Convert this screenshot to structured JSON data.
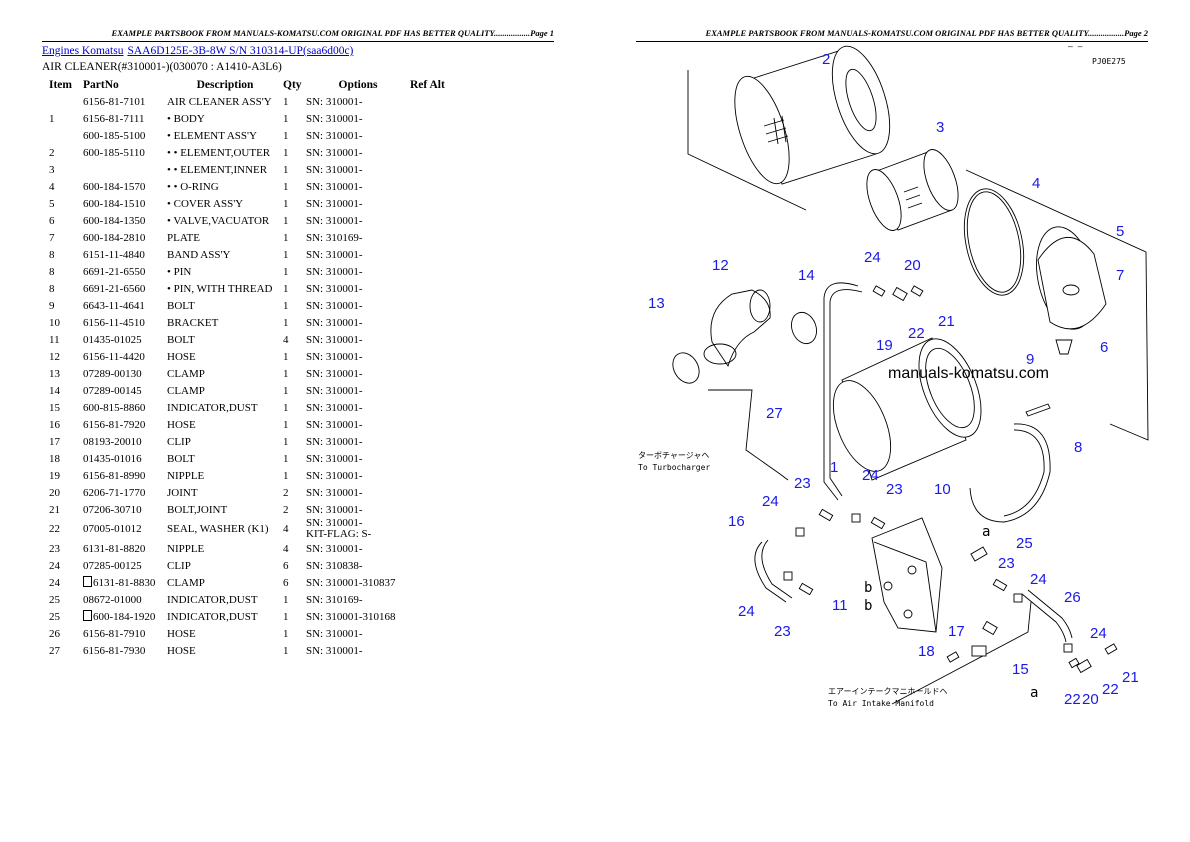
{
  "header": {
    "page1": "EXAMPLE PARTSBOOK FROM MANUALS-KOMATSU.COM ORIGINAL PDF HAS BETTER QUALITY.................Page 1",
    "page2": "EXAMPLE PARTSBOOK FROM MANUALS-KOMATSU.COM ORIGINAL PDF HAS BETTER QUALITY.................Page 2"
  },
  "breadcrumb": {
    "link1": "Engines Komatsu",
    "link2": "SAA6D125E-3B-8W S/N 310314-UP(saa6d00c)"
  },
  "subtitle": "AIR CLEANER(#310001-)(030070 : A1410-A3L6)",
  "table": {
    "headers": {
      "item": "Item",
      "partno": "PartNo",
      "description": "Description",
      "qty": "Qty",
      "options": "Options",
      "refalt": "Ref Alt"
    },
    "rows": [
      {
        "item": "",
        "part": "6156-81-7101",
        "desc": "AIR CLEANER ASS'Y",
        "qty": "1",
        "opt": "SN: 310001-"
      },
      {
        "item": "1",
        "part": "6156-81-7111",
        "desc": "• BODY",
        "qty": "1",
        "opt": "SN: 310001-"
      },
      {
        "item": "",
        "part": "600-185-5100",
        "desc": "• ELEMENT ASS'Y",
        "qty": "1",
        "opt": "SN: 310001-"
      },
      {
        "item": "2",
        "part": "600-185-5110",
        "desc": "• • ELEMENT,OUTER",
        "qty": "1",
        "opt": "SN: 310001-"
      },
      {
        "item": "3",
        "part": "",
        "desc": "• • ELEMENT,INNER",
        "qty": "1",
        "opt": "SN: 310001-"
      },
      {
        "item": "4",
        "part": "600-184-1570",
        "desc": "• • O-RING",
        "qty": "1",
        "opt": "SN: 310001-"
      },
      {
        "item": "5",
        "part": "600-184-1510",
        "desc": "• COVER ASS'Y",
        "qty": "1",
        "opt": "SN: 310001-"
      },
      {
        "item": "6",
        "part": "600-184-1350",
        "desc": "• VALVE,VACUATOR",
        "qty": "1",
        "opt": "SN: 310001-"
      },
      {
        "item": "7",
        "part": "600-184-2810",
        "desc": "PLATE",
        "qty": "1",
        "opt": "SN: 310169-"
      },
      {
        "item": "8",
        "part": "6151-11-4840",
        "desc": "BAND ASS'Y",
        "qty": "1",
        "opt": "SN: 310001-"
      },
      {
        "item": "8",
        "part": "6691-21-6550",
        "desc": "• PIN",
        "qty": "1",
        "opt": "SN: 310001-"
      },
      {
        "item": "8",
        "part": "6691-21-6560",
        "desc": "• PIN, WITH THREAD",
        "qty": "1",
        "opt": "SN: 310001-"
      },
      {
        "item": "9",
        "part": "6643-11-4641",
        "desc": "BOLT",
        "qty": "1",
        "opt": "SN: 310001-"
      },
      {
        "item": "10",
        "part": "6156-11-4510",
        "desc": "BRACKET",
        "qty": "1",
        "opt": "SN: 310001-"
      },
      {
        "item": "11",
        "part": "01435-01025",
        "desc": "BOLT",
        "qty": "4",
        "opt": "SN: 310001-"
      },
      {
        "item": "12",
        "part": "6156-11-4420",
        "desc": "HOSE",
        "qty": "1",
        "opt": "SN: 310001-"
      },
      {
        "item": "13",
        "part": "07289-00130",
        "desc": "CLAMP",
        "qty": "1",
        "opt": "SN: 310001-"
      },
      {
        "item": "14",
        "part": "07289-00145",
        "desc": "CLAMP",
        "qty": "1",
        "opt": "SN: 310001-"
      },
      {
        "item": "15",
        "part": "600-815-8860",
        "desc": "INDICATOR,DUST",
        "qty": "1",
        "opt": "SN: 310001-"
      },
      {
        "item": "16",
        "part": "6156-81-7920",
        "desc": "HOSE",
        "qty": "1",
        "opt": "SN: 310001-"
      },
      {
        "item": "17",
        "part": "08193-20010",
        "desc": "CLIP",
        "qty": "1",
        "opt": "SN: 310001-"
      },
      {
        "item": "18",
        "part": "01435-01016",
        "desc": "BOLT",
        "qty": "1",
        "opt": "SN: 310001-"
      },
      {
        "item": "19",
        "part": "6156-81-8990",
        "desc": "NIPPLE",
        "qty": "1",
        "opt": "SN: 310001-"
      },
      {
        "item": "20",
        "part": "6206-71-1770",
        "desc": "JOINT",
        "qty": "2",
        "opt": "SN: 310001-"
      },
      {
        "item": "21",
        "part": "07206-30710",
        "desc": "BOLT,JOINT",
        "qty": "2",
        "opt": "SN: 310001-"
      },
      {
        "item": "22",
        "part": "07005-01012",
        "desc": "SEAL, WASHER (K1)",
        "qty": "4",
        "opt": "SN: 310001-",
        "opt2": "KIT-FLAG: S-"
      },
      {
        "item": "23",
        "part": "6131-81-8820",
        "desc": "NIPPLE",
        "qty": "4",
        "opt": "SN: 310001-"
      },
      {
        "item": "24",
        "part": "07285-00125",
        "desc": "CLIP",
        "qty": "6",
        "opt": "SN: 310838-"
      },
      {
        "item": "24",
        "part": "6131-81-8830",
        "box": true,
        "desc": "CLAMP",
        "qty": "6",
        "opt": "SN: 310001-310837"
      },
      {
        "item": "25",
        "part": "08672-01000",
        "desc": "INDICATOR,DUST",
        "qty": "1",
        "opt": "SN: 310169-"
      },
      {
        "item": "25",
        "part": "600-184-1920",
        "box": true,
        "desc": "INDICATOR,DUST",
        "qty": "1",
        "opt": "SN: 310001-310168"
      },
      {
        "item": "26",
        "part": "6156-81-7910",
        "desc": "HOSE",
        "qty": "1",
        "opt": "SN: 310001-"
      },
      {
        "item": "27",
        "part": "6156-81-7930",
        "desc": "HOSE",
        "qty": "1",
        "opt": "SN: 310001-"
      }
    ]
  },
  "diagram": {
    "code": "PJ0E275",
    "dash": "– –",
    "watermark": "manuals-komatsu.com",
    "turbo_jp": "ターボチャージャヘ",
    "turbo_en": "To Turbocharger",
    "intake_jp": "エアーインテークマニホールドヘ",
    "intake_en": "To Air Intake Manifold",
    "ref_a": "a",
    "ref_b": "b",
    "callouts": {
      "c1": "1",
      "c2": "2",
      "c3": "3",
      "c4": "4",
      "c5": "5",
      "c6": "6",
      "c7": "7",
      "c8": "8",
      "c9": "9",
      "c10": "10",
      "c11": "11",
      "c12": "12",
      "c13": "13",
      "c14": "14",
      "c15": "15",
      "c16": "16",
      "c17": "17",
      "c18": "18",
      "c19": "19",
      "c20a": "20",
      "c20b": "20",
      "c21a": "21",
      "c21b": "21",
      "c22a": "22",
      "c22b": "22",
      "c22c": "22",
      "c23a": "23",
      "c23b": "23",
      "c23c": "23",
      "c23d": "23",
      "c24a": "24",
      "c24b": "24",
      "c24c": "24",
      "c24d": "24",
      "c24e": "24",
      "c24f": "24",
      "c25": "25",
      "c26": "26",
      "c27": "27"
    }
  }
}
